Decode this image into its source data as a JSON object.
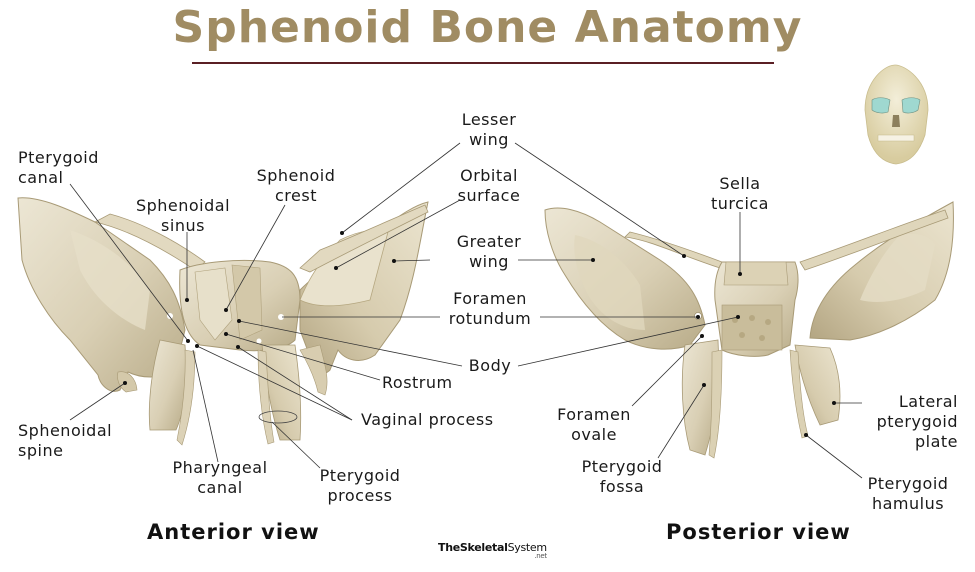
{
  "title": "Sphenoid Bone Anatomy",
  "colors": {
    "title": "#a08c63",
    "title_rule": "#5a1f24",
    "bone": "#d9cfb4",
    "bone_shadow": "#b8ab88",
    "bone_highlight": "#ece6d4",
    "leader_line": "#333333",
    "skull_orbit_highlight": "#9fd8d0"
  },
  "skull_icon": {
    "label": "skull-thumbnail",
    "highlight": "sphenoid visible in orbits"
  },
  "anterior": {
    "view_label": "Anterior view",
    "labels": {
      "pterygoid_canal": [
        "Pterygoid",
        "canal"
      ],
      "sphenoidal_sinus": [
        "Sphenoidal",
        "sinus"
      ],
      "sphenoid_crest": [
        "Sphenoid",
        "crest"
      ],
      "sphenoidal_spine": [
        "Sphenoidal",
        "spine"
      ],
      "pharyngeal_canal": [
        "Pharyngeal",
        "canal"
      ],
      "pterygoid_process": [
        "Pterygoid",
        "process"
      ],
      "rostrum": "Rostrum",
      "vaginal_process": "Vaginal process"
    }
  },
  "shared_labels": {
    "lesser_wing": [
      "Lesser",
      "wing"
    ],
    "orbital_surface": [
      "Orbital",
      "surface"
    ],
    "greater_wing": [
      "Greater",
      "wing"
    ],
    "foramen_rotundum": [
      "Foramen",
      "rotundum"
    ],
    "body": "Body"
  },
  "posterior": {
    "view_label": "Posterior view",
    "labels": {
      "sella_turcica": [
        "Sella",
        "turcica"
      ],
      "foramen_ovale": [
        "Foramen",
        "ovale"
      ],
      "pterygoid_fossa": [
        "Pterygoid",
        "fossa"
      ],
      "lateral_pterygoid_plate": [
        "Lateral",
        "pterygoid",
        "plate"
      ],
      "pterygoid_hamulus": [
        "Pterygoid",
        "hamulus"
      ]
    }
  },
  "watermark": {
    "brand_bold": "TheSkeletal",
    "brand_regular": "System",
    "suffix": ".net"
  }
}
